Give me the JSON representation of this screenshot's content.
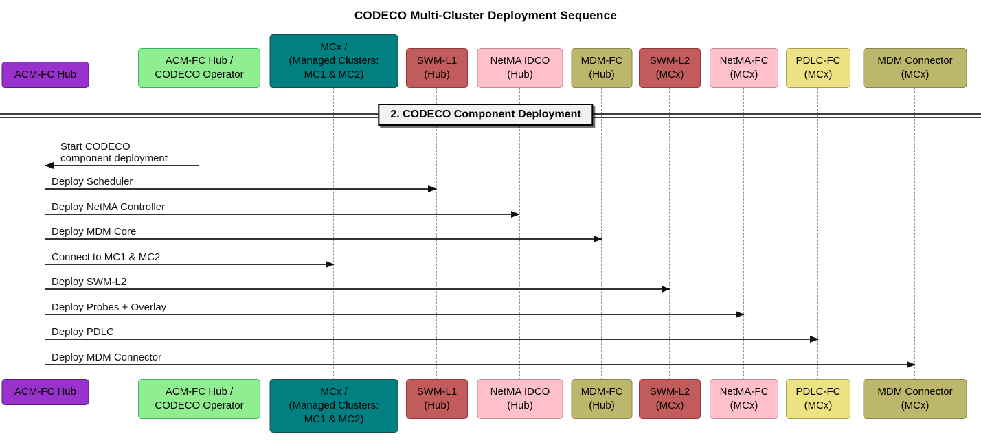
{
  "title": "CODECO Multi-Cluster Deployment Sequence",
  "divider": {
    "label": "2. CODECO Component Deployment"
  },
  "colors": {
    "arrow": "#333333",
    "arrowhead": "#111111",
    "lifeline": "#8f8f8f",
    "divider_line": "#3d3d3d",
    "banner_bg": "#f2f2f2",
    "purple": "#9932CC",
    "light_green": "#90EE90",
    "teal": "#008080",
    "brick_red": "#C25B5B",
    "pink": "#FFC0CB",
    "dark_khaki": "#BDB76B",
    "khaki": "#EDE284"
  },
  "actors": [
    {
      "id": "acm-fc-hub",
      "line1": "ACM-FC Hub",
      "fill": "#9932CC",
      "border": "#5B1E78"
    },
    {
      "id": "codeco-operator",
      "line1": "ACM-FC Hub /",
      "line2": "CODECO Operator",
      "fill": "#90EE90",
      "border": "#3CB371"
    },
    {
      "id": "mcx",
      "line1": "MCx /",
      "line2": "(Managed Clusters:",
      "line3": "MC1 & MC2)",
      "fill": "#008080",
      "border": "#1B4F4F"
    },
    {
      "id": "swm-l1",
      "line1": "SWM-L1",
      "line2": "(Hub)",
      "fill": "#C25B5B",
      "border": "#8F3B3B"
    },
    {
      "id": "netma-idco",
      "line1": "NetMA IDCO",
      "line2": "(Hub)",
      "fill": "#FFC0CB",
      "border": "#BE8E98"
    },
    {
      "id": "mdm-fc",
      "line1": "MDM-FC",
      "line2": "(Hub)",
      "fill": "#BDB76B",
      "border": "#8B864E"
    },
    {
      "id": "swm-l2",
      "line1": "SWM-L2",
      "line2": "(MCx)",
      "fill": "#C25B5B",
      "border": "#8F3B3B"
    },
    {
      "id": "netma-fc",
      "line1": "NetMA-FC",
      "line2": "(MCx)",
      "fill": "#FFC0CB",
      "border": "#BE8E98"
    },
    {
      "id": "pdlc-fc",
      "line1": "PDLC-FC",
      "line2": "(MCx)",
      "fill": "#EDE284",
      "border": "#A8A050"
    },
    {
      "id": "mdm-connector",
      "line1": "MDM Connector",
      "line2": "(MCx)",
      "fill": "#BDB76B",
      "border": "#8B864E"
    }
  ],
  "messages": [
    {
      "from": "codeco-operator",
      "to": "acm-fc-hub",
      "direction": "left",
      "line1": "Start CODECO",
      "line2": "component deployment"
    },
    {
      "from": "acm-fc-hub",
      "to": "swm-l1",
      "direction": "right",
      "line1": "Deploy Scheduler"
    },
    {
      "from": "acm-fc-hub",
      "to": "netma-idco",
      "direction": "right",
      "line1": "Deploy NetMA Controller"
    },
    {
      "from": "acm-fc-hub",
      "to": "mdm-fc",
      "direction": "right",
      "line1": "Deploy MDM Core"
    },
    {
      "from": "acm-fc-hub",
      "to": "mcx",
      "direction": "right",
      "line1": "Connect to MC1 & MC2"
    },
    {
      "from": "acm-fc-hub",
      "to": "swm-l2",
      "direction": "right",
      "line1": "Deploy SWM-L2"
    },
    {
      "from": "acm-fc-hub",
      "to": "netma-fc",
      "direction": "right",
      "line1": "Deploy Probes + Overlay"
    },
    {
      "from": "acm-fc-hub",
      "to": "pdlc-fc",
      "direction": "right",
      "line1": "Deploy PDLC"
    },
    {
      "from": "acm-fc-hub",
      "to": "mdm-connector",
      "direction": "right",
      "line1": "Deploy MDM Connector"
    }
  ]
}
